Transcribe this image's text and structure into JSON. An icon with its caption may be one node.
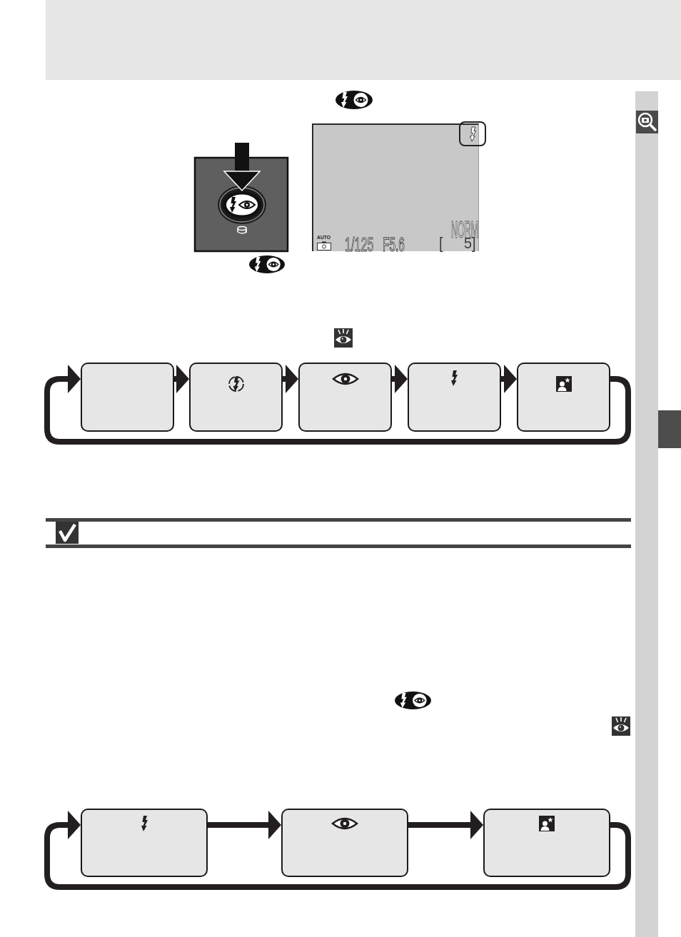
{
  "diagram": {
    "nodes": [
      {
        "text": [],
        "shape": "box"
      },
      {
        "text": [],
        "shape": "box"
      },
      {
        "text": [],
        "shape": "box"
      },
      {
        "text": [],
        "shape": "box"
      },
      {
        "text": [],
        "shape": "box"
      },
      {
        "text": [],
        "shape": "box"
      },
      {
        "text": [],
        "shape": "box"
      },
      {
        "text": [],
        "shape": "box"
      }
    ],
    "edges": [
      {
        "from": 0,
        "to": 1,
        "arrow": "to"
      },
      {
        "from": 1,
        "to": 2,
        "arrow": "to"
      },
      {
        "from": 2,
        "to": 3,
        "arrow": "to"
      },
      {
        "from": 3,
        "to": 4,
        "arrow": "to"
      },
      {
        "from": 4,
        "to": 0,
        "arrow": "to"
      },
      {
        "from": 5,
        "to": 6,
        "arrow": "to"
      },
      {
        "from": 6,
        "to": 7,
        "arrow": "to"
      },
      {
        "from": 7,
        "to": 5,
        "arrow": "to"
      }
    ],
    "labels": [
      "NORM",
      "AUTO",
      "1/125",
      "F5.6",
      "[",
      "5]"
    ]
  }
}
